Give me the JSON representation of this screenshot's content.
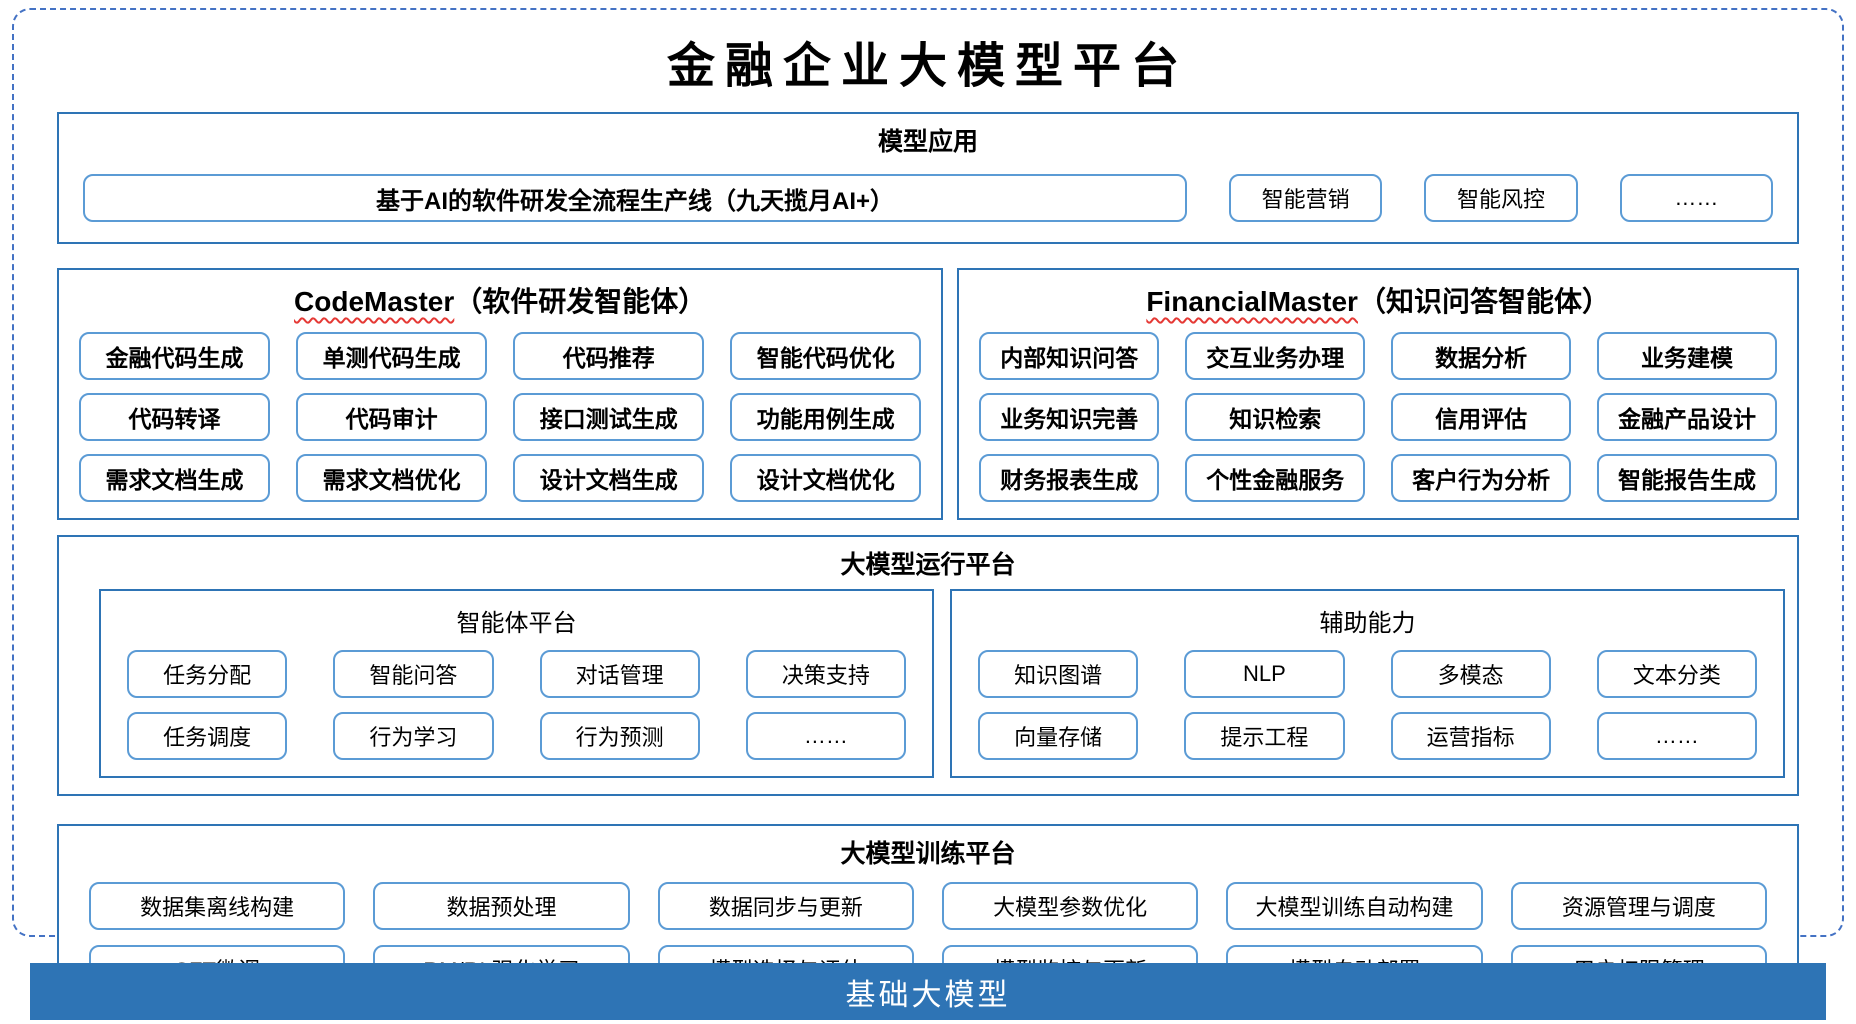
{
  "title": "金融企业大模型平台",
  "colors": {
    "frame_dashed_blue": "#4472C4",
    "section_border_blue": "#2E74B5",
    "chip_border_blue": "#5B9BD5",
    "footer_bg_blue": "#2E74B5",
    "squiggle_red": "#E53935"
  },
  "sections": {
    "model_app": {
      "title": "模型应用",
      "main_item": "基于AI的软件研发全流程生产线（九天揽月AI+）",
      "items": [
        "智能营销",
        "智能风控",
        "……"
      ]
    },
    "code_master": {
      "title_en": "CodeMaster",
      "title_zh": "（软件研发智能体）",
      "items": [
        "金融代码生成",
        "单测代码生成",
        "代码推荐",
        "智能代码优化",
        "代码转译",
        "代码审计",
        "接口测试生成",
        "功能用例生成",
        "需求文档生成",
        "需求文档优化",
        "设计文档生成",
        "设计文档优化"
      ]
    },
    "financial_master": {
      "title_en": "FinancialMaster",
      "title_zh": "（知识问答智能体）",
      "items": [
        "内部知识问答",
        "交互业务办理",
        "数据分析",
        "业务建模",
        "业务知识完善",
        "知识检索",
        "信用评估",
        "金融产品设计",
        "财务报表生成",
        "个性金融服务",
        "客户行为分析",
        "智能报告生成"
      ]
    },
    "runtime": {
      "title": "大模型运行平台",
      "agent_platform": {
        "title": "智能体平台",
        "items": [
          "任务分配",
          "智能问答",
          "对话管理",
          "决策支持",
          "任务调度",
          "行为学习",
          "行为预测",
          "……"
        ]
      },
      "aux_ability": {
        "title": "辅助能力",
        "items": [
          "知识图谱",
          "NLP",
          "多模态",
          "文本分类",
          "向量存储",
          "提示工程",
          "运营指标",
          "……"
        ]
      }
    },
    "training": {
      "title": "大模型训练平台",
      "items": [
        "数据集离线构建",
        "数据预处理",
        "数据同步与更新",
        "大模型参数优化",
        "大模型训练自动构建",
        "资源管理与调度",
        "SFT微调",
        "RM/RL强化学习",
        "模型选择与评估",
        "模型监控与更新",
        "模型自动部署",
        "用户权限管理"
      ]
    },
    "foundation": {
      "title": "基础大模型"
    }
  }
}
